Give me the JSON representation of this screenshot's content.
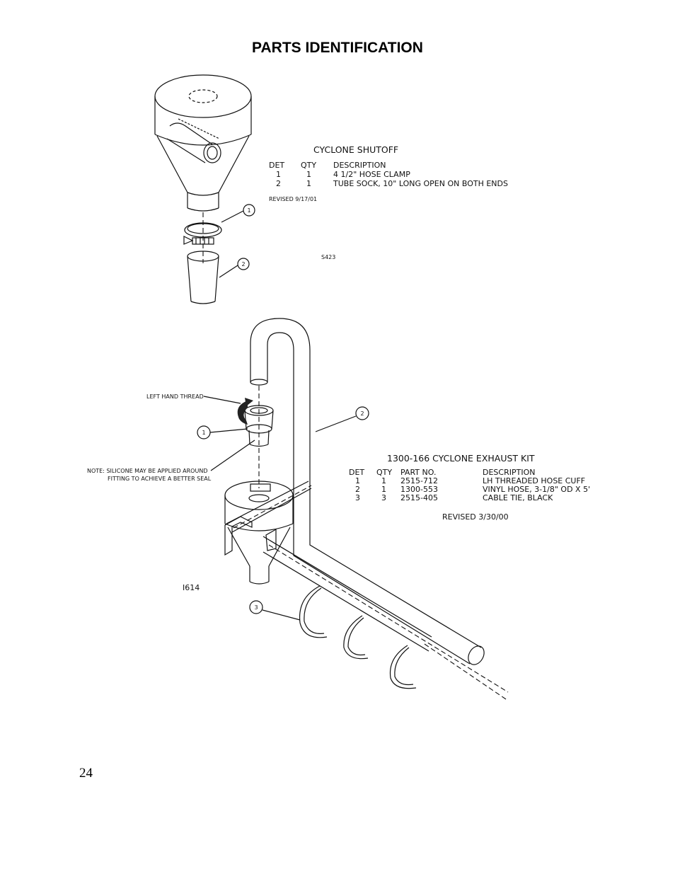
{
  "page": {
    "title": "PARTS IDENTIFICATION",
    "page_number": "24"
  },
  "shutoff": {
    "heading": "CYCLONE SHUTOFF",
    "columns": [
      "DET",
      "QTY",
      "DESCRIPTION"
    ],
    "rows": [
      {
        "det": "1",
        "qty": "1",
        "description": "4 1/2\" HOSE CLAMP"
      },
      {
        "det": "2",
        "qty": "1",
        "description": "TUBE SOCK, 10\" LONG OPEN ON BOTH ENDS"
      }
    ],
    "revised": "REVISED 9/17/01",
    "drawing_code": "S423",
    "callouts": [
      "1",
      "2"
    ]
  },
  "exhaust": {
    "heading": "1300-166   CYCLONE EXHAUST KIT",
    "columns": [
      "DET",
      "QTY",
      "PART NO.",
      "DESCRIPTION"
    ],
    "rows": [
      {
        "det": "1",
        "qty": "1",
        "part": "2515-712",
        "description": "LH THREADED HOSE CUFF"
      },
      {
        "det": "2",
        "qty": "1",
        "part": "1300-553",
        "description": "VINYL HOSE, 3-1/8\" OD X 5'"
      },
      {
        "det": "3",
        "qty": "3",
        "part": "2515-405",
        "description": "CABLE TIE, BLACK"
      }
    ],
    "revised": "REVISED 3/30/00",
    "drawing_code": "I614",
    "callouts": [
      "1",
      "2",
      "3"
    ],
    "note_left_hand": "LEFT HAND THREAD",
    "note_silicone_1": "NOTE: SILICONE MAY BE APPLIED AROUND",
    "note_silicone_2": "FITTING TO ACHIEVE A BETTER SEAL"
  }
}
